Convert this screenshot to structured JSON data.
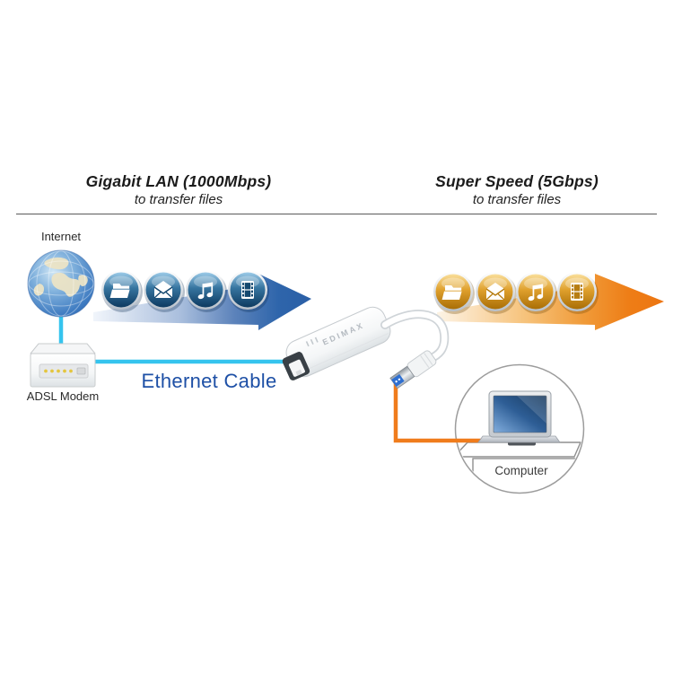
{
  "diagram": {
    "left_flow": {
      "title": "Gigabit LAN (1000Mbps)",
      "subtitle": "to transfer files"
    },
    "right_flow": {
      "title": "Super Speed (5Gbps)",
      "subtitle": "to transfer files"
    },
    "internet_label": "Internet",
    "modem_label": "ADSL Modem",
    "ethernet_cable_label": "Ethernet Cable",
    "computer_label": "Computer",
    "adapter_brand": "EDIMAX",
    "file_type_icons": [
      "folder-icon",
      "mail-icon",
      "music-icon",
      "film-icon"
    ],
    "colors": {
      "lan_arrow": "#2b60a8",
      "usb_arrow": "#ec7511",
      "ethernet_line": "#35c4ee",
      "usb_line": "#f07c1c",
      "ethernet_label_text": "#1e50a6"
    }
  }
}
